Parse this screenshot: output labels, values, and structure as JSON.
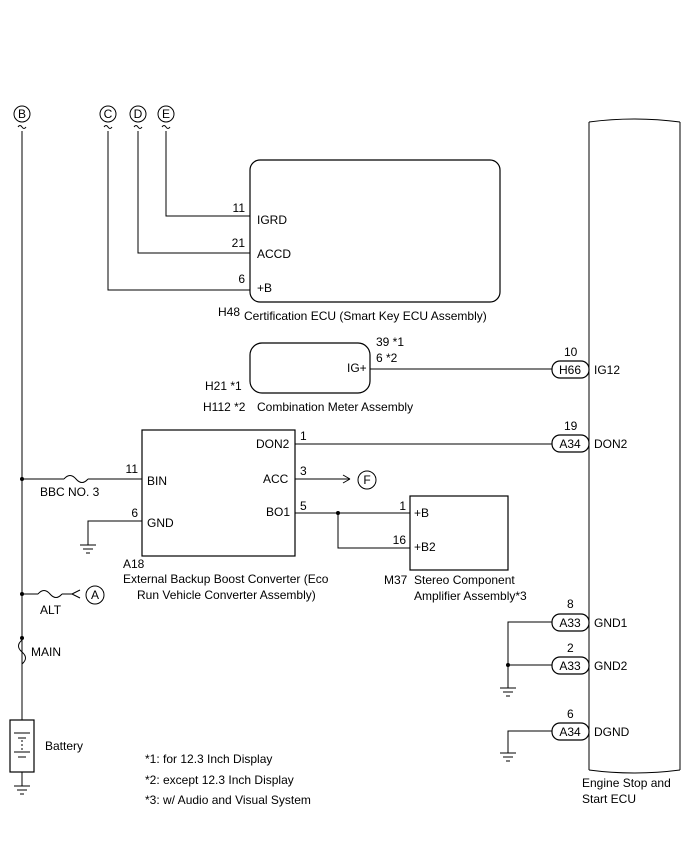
{
  "connectors": {
    "b": "B",
    "c": "C",
    "d": "D",
    "e": "E",
    "f": "F",
    "a": "A"
  },
  "cert_ecu": {
    "code": "H48",
    "name": "Certification ECU (Smart Key ECU Assembly)",
    "pins": [
      {
        "num": "11",
        "label": "IGRD"
      },
      {
        "num": "21",
        "label": "ACCD"
      },
      {
        "num": "6",
        "label": "+B"
      }
    ]
  },
  "meter": {
    "code1": "H21 *1",
    "code2": "H112 *2",
    "name": "Combination Meter Assembly",
    "pin_label": "IG+",
    "pin_num1": "39 *1",
    "pin_num2": "6 *2"
  },
  "converter": {
    "code": "A18",
    "name_line1": "External Backup Boost Converter (Eco",
    "name_line2": "Run Vehicle Converter Assembly)",
    "pins": {
      "don2": {
        "num": "1",
        "label": "DON2"
      },
      "acc": {
        "num": "3",
        "label": "ACC"
      },
      "bo1": {
        "num": "5",
        "label": "BO1"
      },
      "bin": {
        "num": "11",
        "label": "BIN"
      },
      "gnd": {
        "num": "6",
        "label": "GND"
      }
    }
  },
  "amp": {
    "code": "M37",
    "name_line1": "Stereo Component",
    "name_line2": "Amplifier Assembly*3",
    "pins": [
      {
        "num": "1",
        "label": "+B"
      },
      {
        "num": "16",
        "label": "+B2"
      }
    ]
  },
  "engine_ecu": {
    "name_line1": "Engine Stop and",
    "name_line2": "Start ECU",
    "pins": [
      {
        "num": "10",
        "conn": "H66",
        "label": "IG12"
      },
      {
        "num": "19",
        "conn": "A34",
        "label": "DON2"
      },
      {
        "num": "8",
        "conn": "A33",
        "label": "GND1"
      },
      {
        "num": "2",
        "conn": "A33",
        "label": "GND2"
      },
      {
        "num": "6",
        "conn": "A34",
        "label": "DGND"
      }
    ]
  },
  "fuses": {
    "bbc": "BBC NO. 3",
    "alt": "ALT",
    "main": "MAIN"
  },
  "battery": "Battery",
  "notes": [
    "*1: for 12.3 Inch Display",
    "*2: except 12.3 Inch Display",
    "*3: w/ Audio and Visual System"
  ]
}
